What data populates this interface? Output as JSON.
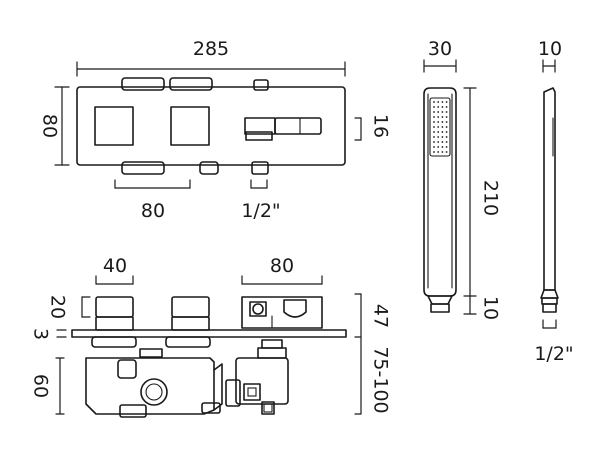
{
  "front_view": {
    "width": "285",
    "height": "80",
    "handle_spacing": "80",
    "outlet_depth": "16",
    "outlet_thread": "1/2\""
  },
  "handset": {
    "width": "30",
    "length": "210",
    "end_height": "10",
    "side_width": "10",
    "thread": "1/2\""
  },
  "side_view": {
    "handle_width": "40",
    "bracket_width": "80",
    "handle_height": "20",
    "plate_thickness": "3",
    "body_depth": "60",
    "projection": "47",
    "wall_depth": "75-100"
  }
}
